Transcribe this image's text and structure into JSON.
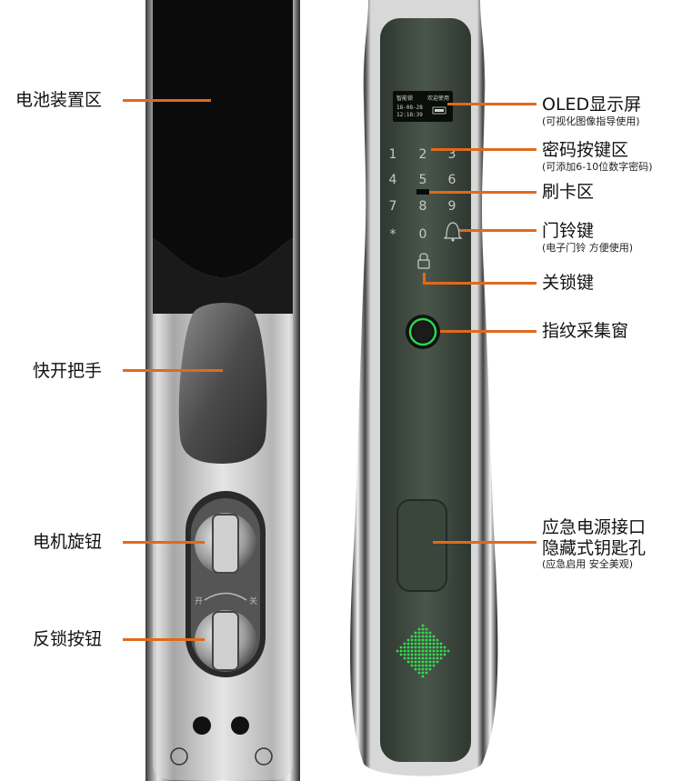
{
  "left_labels": {
    "battery": "电池装置区",
    "handle": "快开把手",
    "motor_knob": "电机旋钮",
    "deadlock_button": "反锁按钮"
  },
  "right_labels": {
    "oled": {
      "title": "OLED显示屏",
      "note": "(可视化图像指导使用)"
    },
    "keypad": {
      "title": "密码按键区",
      "note": "(可添加6-10位数字密码)"
    },
    "card": {
      "title": "刷卡区"
    },
    "doorbell": {
      "title": "门铃键",
      "note": "(电子门铃 方便使用)"
    },
    "lock": {
      "title": "关锁键"
    },
    "fingerprint": {
      "title": "指纹采集窗"
    },
    "emergency": {
      "title_line1": "应急电源接口",
      "title_line2": "隐藏式钥匙孔",
      "note": "(应急启用 安全美观)"
    }
  },
  "oled_screen": {
    "line1_left": "智能锁",
    "line1_right": "欢迎使用",
    "date": "18-08-28",
    "time": "12:18:39"
  },
  "keypad_keys": [
    "1",
    "2",
    "3",
    "4",
    "5",
    "6",
    "7",
    "8",
    "9",
    "*",
    "0"
  ],
  "knob_labels": {
    "open": "开",
    "close": "关"
  },
  "colors": {
    "accent_line": "#e06a1b",
    "panel": "#3f4a40",
    "fingerprint_ring": "#2bd64a",
    "led": "#31e04c"
  }
}
